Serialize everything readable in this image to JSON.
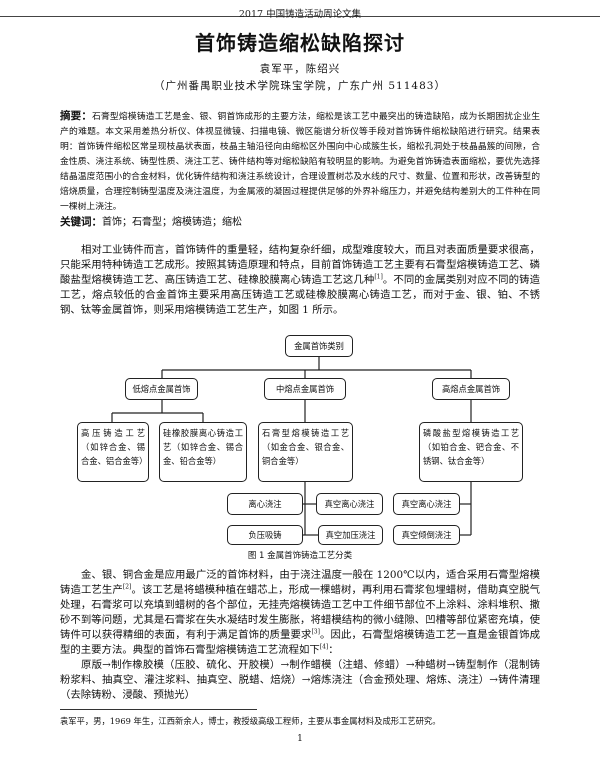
{
  "header": {
    "running_title": "2017 中国铸造活动周论文集"
  },
  "title": "首饰铸造缩松缺陷探讨",
  "authors": "袁军平，陈绍兴",
  "affiliation": "（广州番禺职业技术学院珠宝学院，广东广州 511483）",
  "abstract": {
    "label": "摘要：",
    "text": "石膏型熔模铸造工艺是金、银、铜首饰成形的主要方法，缩松是该工艺中最突出的铸造缺陷，成为长期困扰企业生产的难题。本文采用差热分析仪、体视显微镜、扫描电镜、微区能谱分析仪等手段对首饰铸件缩松缺陷进行研究。结果表明：首饰铸件缩松区常呈现枝晶状表面，枝晶主轴沿径向由缩松区外围向中心成簇生长，缩松孔洞处于枝晶晶簇的间隙，合金性质、浇注系统、铸型性质、浇注工艺、铸件结构等对缩松缺陷有较明显的影响。为避免首饰铸造表面缩松，要优先选择结晶温度范围小的合金材料，优化铸件结构和浇注系统设计，合理设置树芯及水线的尺寸、数量、位置和形状，改善铸型的焙烧质量，合理控制铸型温度及浇注温度，为金属液的凝固过程提供足够的外界补缩压力，并避免结构差别大的工件种在同一棵树上浇注。"
  },
  "keywords": {
    "label": "关键词：",
    "text": "首饰；石膏型；熔模铸造；缩松"
  },
  "para1": {
    "text": "相对工业铸件而言，首饰铸件的重量轻，结构复杂纤细，成型难度较大，而且对表面质量要求很高，只能采用特种铸造工艺成形。按照其铸造原理和特点，目前首饰铸造工艺主要有石膏型熔模铸造工艺、磷酸盐型熔模铸造工艺、高压铸造工艺、硅橡胶膜离心铸造工艺这几种",
    "ref": "[1]",
    "tail": "。不同的金属类别对应不同的铸造工艺，熔点较低的合金首饰主要采用高压铸造工艺或硅橡胶膜离心铸造工艺，而对于金、银、铂、不锈钢、钛等金属首饰，则采用熔模铸造工艺生产，如图 1 所示。"
  },
  "figure": {
    "root": "金属首饰类别",
    "level2": [
      "低熔点金属首饰",
      "中熔点金属首饰",
      "高熔点金属首饰"
    ],
    "level3": [
      "高压铸造工艺（如锌合金、锡合金、铝合金等）",
      "硅橡胶膜离心铸造工艺（如锌合金、锡合金、铅合金等）",
      "石膏型熔模铸造工艺（如金合金、银合金、铜合金等）",
      "磷酸盐型熔模铸造工艺（如铂合金、钯合金、不锈钢、钛合金等）"
    ],
    "level4": [
      "离心浇注",
      "真空离心浇注",
      "负压吸铸",
      "真空加压浇注",
      "真空离心浇注",
      "真空倾倒浇注"
    ],
    "caption": "图 1  金属首饰铸造工艺分类"
  },
  "para2": {
    "text": "金、银、铜合金是应用最广泛的首饰材料，由于浇注温度一般在 1200℃以内，适合采用石膏型熔模铸造工艺生产",
    "ref1": "[2]",
    "mid": "。该工艺是将蜡模种植在蜡芯上，形成一棵蜡树，再利用石膏浆包埋蜡树，借助真空脱气处理，石膏浆可以充填到蜡树的各个部位，无挂壳熔模铸造工艺中工件细节部位不上涂料、涂料堆积、撒砂不到等问题，尤其是石膏浆在失水凝结时发生膨胀，将蜡模结构的微小缝隙、凹槽等部位紧密充填，使铸件可以获得精细的表面，有利于满足首饰的质量要求",
    "ref2": "[3]",
    "mid2": "。因此，石膏型熔模铸造工艺一直是金银首饰成型的主要方法。典型的首饰石膏型熔模铸造工艺流程如下",
    "ref3": "[4]",
    "tail": "："
  },
  "para3": {
    "text": "原版→制作橡胶模（压胶、硫化、开胶模）→制作蜡模（注蜡、修蜡）→种蜡树→铸型制作（混制铸粉浆料、抽真空、灌注浆料、抽真空、脱蜡、焙烧）→熔炼浇注（合金预处理、熔炼、浇注）→铸件清理（去除铸粉、浸酸、预抛光）"
  },
  "footnote": "袁军平，男，1969 年生，江西新余人，博士，教授级高级工程师，主要从事金属材料及成形工艺研究。",
  "page_number": "1"
}
